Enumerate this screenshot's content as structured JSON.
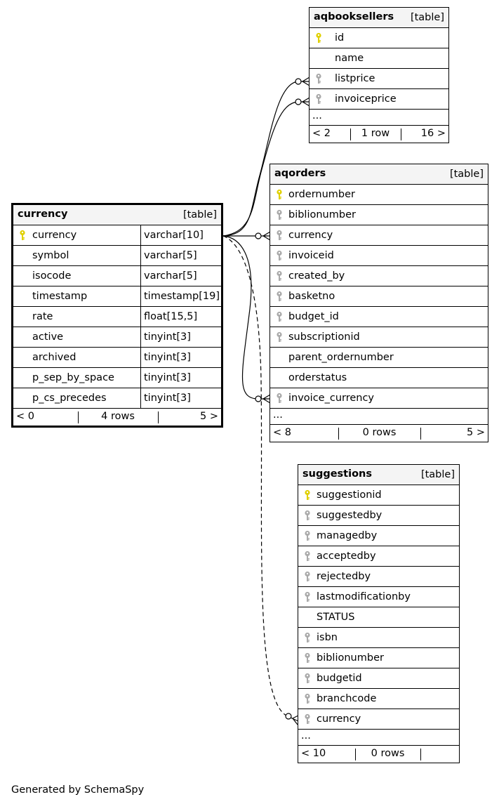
{
  "colors": {
    "primary_key": "#e0d000",
    "foreign_key": "#aaaaaa",
    "header_bg": "#f4f4f4"
  },
  "currency": {
    "name": "currency",
    "type": "[table]",
    "columns": [
      {
        "name": "currency",
        "type": "varchar[10]",
        "key": "primary-key-icon"
      },
      {
        "name": "symbol",
        "type": "varchar[5]",
        "key": ""
      },
      {
        "name": "isocode",
        "type": "varchar[5]",
        "key": ""
      },
      {
        "name": "timestamp",
        "type": "timestamp[19]",
        "key": ""
      },
      {
        "name": "rate",
        "type": "float[15,5]",
        "key": ""
      },
      {
        "name": "active",
        "type": "tinyint[3]",
        "key": ""
      },
      {
        "name": "archived",
        "type": "tinyint[3]",
        "key": ""
      },
      {
        "name": "p_sep_by_space",
        "type": "tinyint[3]",
        "key": ""
      },
      {
        "name": "p_cs_precedes",
        "type": "tinyint[3]",
        "key": ""
      }
    ],
    "footer": {
      "prev": "< 0",
      "rows": "4 rows",
      "next": "5 >"
    }
  },
  "aqbooksellers": {
    "name": "aqbooksellers",
    "type": "[table]",
    "columns": [
      {
        "name": "id",
        "key": "primary-key-icon"
      },
      {
        "name": "name",
        "key": ""
      },
      {
        "name": "listprice",
        "key": "foreign-key-icon"
      },
      {
        "name": "invoiceprice",
        "key": "foreign-key-icon"
      }
    ],
    "more": "...",
    "footer": {
      "prev": "< 2",
      "rows": "1 row",
      "next": "16 >"
    }
  },
  "aqorders": {
    "name": "aqorders",
    "type": "[table]",
    "columns": [
      {
        "name": "ordernumber",
        "key": "primary-key-icon"
      },
      {
        "name": "biblionumber",
        "key": "foreign-key-icon"
      },
      {
        "name": "currency",
        "key": "foreign-key-icon"
      },
      {
        "name": "invoiceid",
        "key": "foreign-key-icon"
      },
      {
        "name": "created_by",
        "key": "foreign-key-icon"
      },
      {
        "name": "basketno",
        "key": "foreign-key-icon"
      },
      {
        "name": "budget_id",
        "key": "foreign-key-icon"
      },
      {
        "name": "subscriptionid",
        "key": "foreign-key-icon"
      },
      {
        "name": "parent_ordernumber",
        "key": ""
      },
      {
        "name": "orderstatus",
        "key": ""
      },
      {
        "name": "invoice_currency",
        "key": "foreign-key-icon"
      }
    ],
    "more": "...",
    "footer": {
      "prev": "< 8",
      "rows": "0 rows",
      "next": "5 >"
    }
  },
  "suggestions": {
    "name": "suggestions",
    "type": "[table]",
    "columns": [
      {
        "name": "suggestionid",
        "key": "primary-key-icon"
      },
      {
        "name": "suggestedby",
        "key": "foreign-key-icon"
      },
      {
        "name": "managedby",
        "key": "foreign-key-icon"
      },
      {
        "name": "acceptedby",
        "key": "foreign-key-icon"
      },
      {
        "name": "rejectedby",
        "key": "foreign-key-icon"
      },
      {
        "name": "lastmodificationby",
        "key": "foreign-key-icon"
      },
      {
        "name": "STATUS",
        "key": ""
      },
      {
        "name": "isbn",
        "key": "foreign-key-icon"
      },
      {
        "name": "biblionumber",
        "key": "foreign-key-icon"
      },
      {
        "name": "budgetid",
        "key": "foreign-key-icon"
      },
      {
        "name": "branchcode",
        "key": "foreign-key-icon"
      },
      {
        "name": "currency",
        "key": "foreign-key-icon"
      }
    ],
    "more": "...",
    "footer": {
      "prev": "< 10",
      "rows": "0 rows",
      "next": ""
    }
  },
  "caption": "Generated by SchemaSpy"
}
